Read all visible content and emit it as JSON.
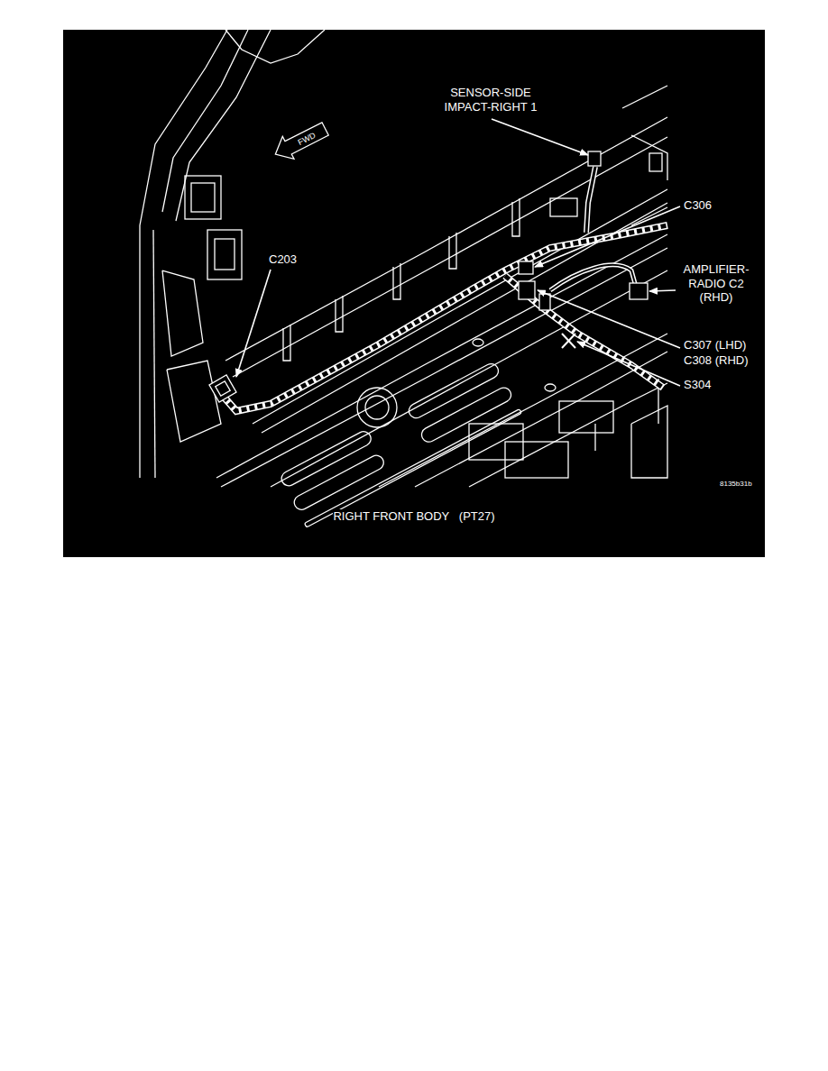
{
  "diagram": {
    "caption": "RIGHT FRONT BODY   (PT27)",
    "labels": [
      "SENSOR-SIDE IMPACT-RIGHT 1",
      "C306",
      "C203",
      "AMPLIFIER- RADIO C2 (RHD)",
      "C307 (LHD)",
      "C308 (RHD)",
      "S304",
      "FWD",
      "8135b31b"
    ]
  }
}
